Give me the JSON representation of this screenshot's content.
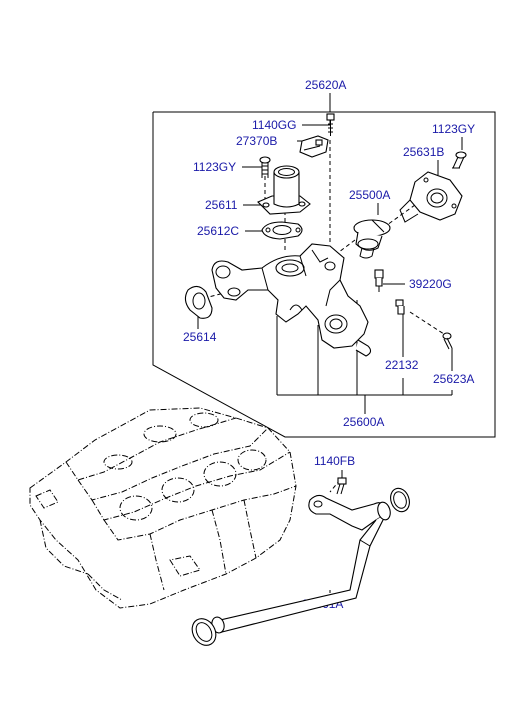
{
  "parts": {
    "p25620A": "25620A",
    "p1140GG": "1140GG",
    "p27370B": "27370B",
    "p1123GY_left": "1123GY",
    "p1123GY_right": "1123GY",
    "p25631B": "25631B",
    "p25611": "25611",
    "p25500A": "25500A",
    "p25612C": "25612C",
    "p39220G": "39220G",
    "p25614": "25614",
    "p22132": "22132",
    "p25623A": "25623A",
    "p25600A": "25600A",
    "p1140FB": "1140FB",
    "p25461A": "25461A"
  }
}
